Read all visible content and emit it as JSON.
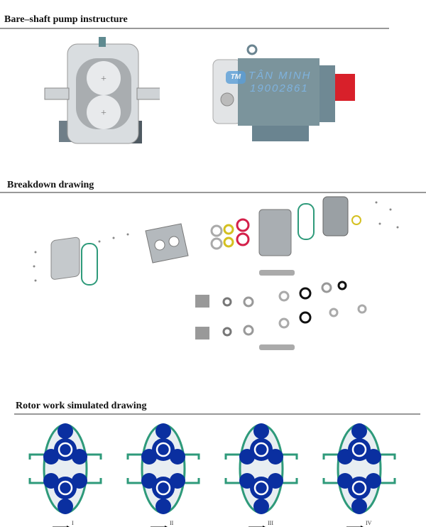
{
  "sections": {
    "bare_shaft": {
      "title": "Bare–shaft pump instructure"
    },
    "breakdown": {
      "title": "Breakdown drawing"
    },
    "rotor": {
      "title": "Rotor work simulated drawing"
    }
  },
  "watermark": {
    "brand": "TÂN MINH",
    "phone": "19002861",
    "logo": "TM"
  },
  "rotor_steps": [
    "I",
    "II",
    "III",
    "IV"
  ],
  "colors": {
    "rotor": "#0a2fa0",
    "casing": "#2e9a7a",
    "steel": "#c8ccd0",
    "body": "#6f8a96",
    "red": "#d8202a"
  }
}
